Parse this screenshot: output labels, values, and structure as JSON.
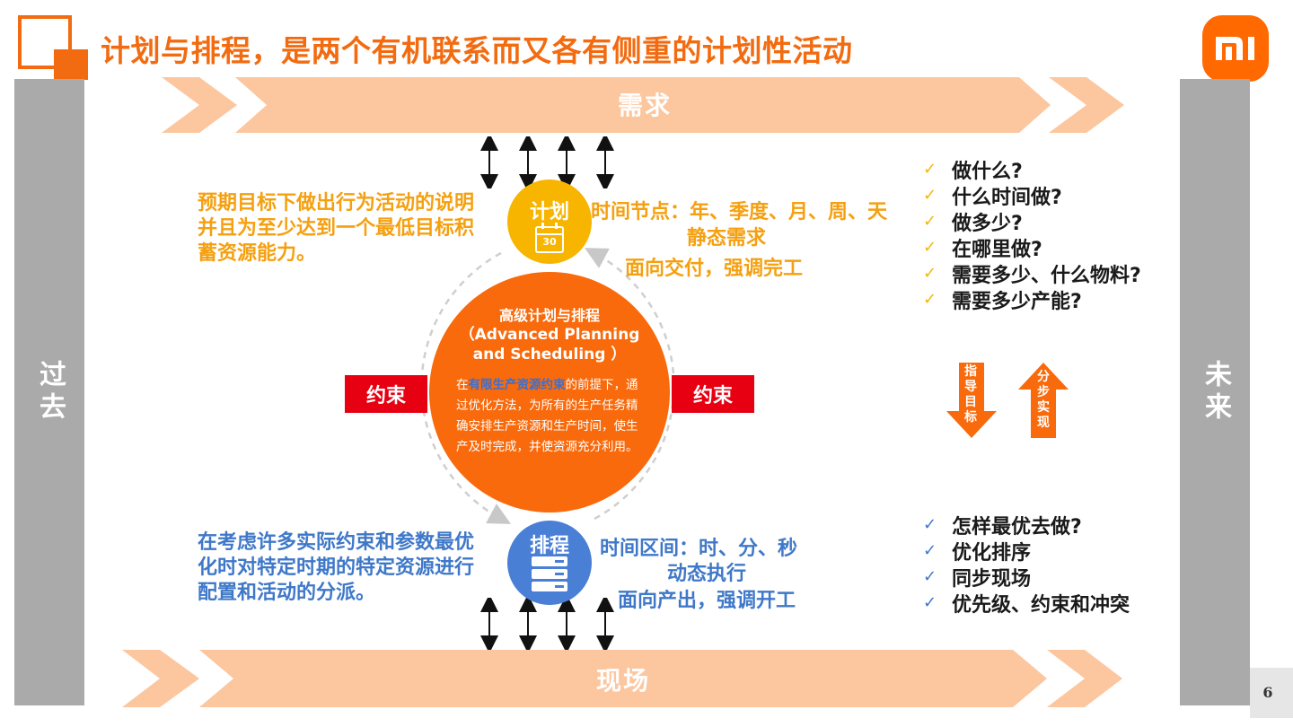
{
  "slide": {
    "title": "计划与排程，是两个有机联系而又各有侧重的计划性活动",
    "page_number": "6"
  },
  "sidebars": {
    "left": "过去",
    "right": "未来"
  },
  "bands": {
    "top": "需求",
    "bottom": "现场"
  },
  "plan": {
    "label": "计划",
    "calendar_day": "30",
    "description": "预期目标下做出行为活动的说明并且为至少达到一个最低目标积蓄资源能力。",
    "time_line": "时间节点：年、季度、月、周、天",
    "mode_line": "静态需求",
    "focus_line": "面向交付，强调完工"
  },
  "schedule": {
    "label": "排程",
    "description": "在考虑许多实际约束和参数最优化时对特定时期的特定资源进行配置和活动的分派。",
    "time_line": "时间区间：时、分、秒",
    "mode_line": "动态执行",
    "focus_line": "面向产出，强调开工"
  },
  "center": {
    "title_cn": "高级计划与排程",
    "title_en_line1": "（Advanced Planning",
    "title_en_line2": "and  Scheduling ）",
    "body_prefix": "在",
    "body_highlight": "有限生产资源约束",
    "body_rest": "的前提下，通过优化方法，为所有的生产任务精确安排生产资源和生产时间，使生产及时完成，并使资源充分利用。"
  },
  "constraints": {
    "left": "约束",
    "right": "约束"
  },
  "plan_questions": [
    "做什么?",
    "什么时间做?",
    "做多少?",
    "在哪里做?",
    "需要多少、什么物料?",
    "需要多少产能?"
  ],
  "schedule_questions": [
    "怎样最优去做?",
    "优化排序",
    "同步现场",
    "优先级、约束和冲突"
  ],
  "vertical_arrows": {
    "down": "指导目标",
    "up": "分步实现"
  },
  "logo": {
    "text": "mi"
  },
  "colors": {
    "title_orange": "#f36b10",
    "band_peach": "#fcc69e",
    "plan_yellow": "#f7b500",
    "schedule_blue": "#4a7fd6",
    "center_orange": "#f86a0c",
    "constraint_red": "#e60012",
    "sidebar_gray": "#aaaaaa",
    "check_yellow": "#f5b800",
    "check_blue": "#3f78c8"
  }
}
